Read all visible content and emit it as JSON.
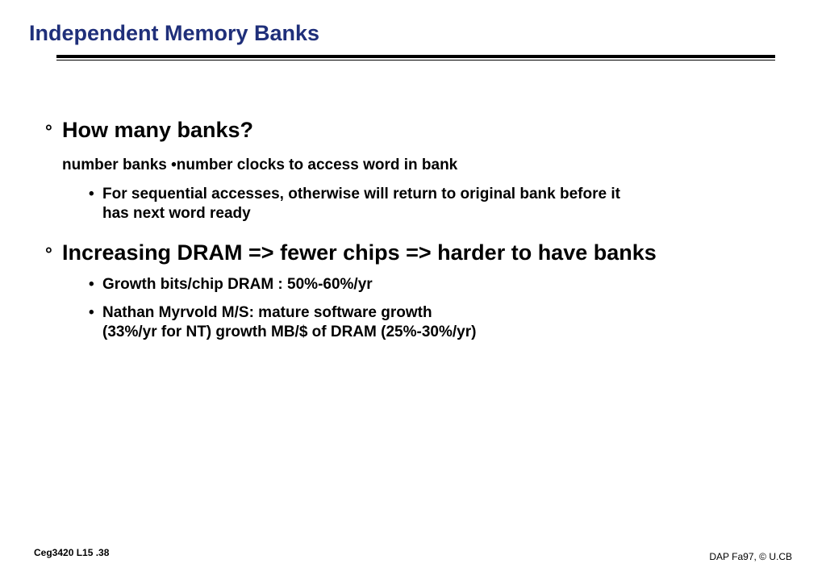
{
  "slide": {
    "title": "Independent Memory Banks",
    "sections": [
      {
        "bullet": "°",
        "heading": "How many banks?",
        "line": "number banks •number clocks to access word in bank",
        "items": [
          {
            "bullet": "•",
            "lines": [
              "For sequential accesses, otherwise will return to original bank before it",
              "has next word ready"
            ]
          }
        ]
      },
      {
        "bullet": "°",
        "heading": "Increasing DRAM => fewer chips => harder to have banks",
        "items": [
          {
            "bullet": "•",
            "lines": [
              "Growth bits/chip DRAM : 50%-60%/yr"
            ]
          },
          {
            "bullet": "•",
            "lines": [
              "Nathan Myrvold M/S: mature software growth",
              "(33%/yr for NT)  growth MB/$ of DRAM (25%-30%/yr)"
            ]
          }
        ]
      }
    ]
  },
  "footer": {
    "left": "Ceg3420 L15 .38",
    "right": "DAP Fa97, © U.CB"
  },
  "colors": {
    "title": "#1f2f7a",
    "text": "#000000",
    "background": "#ffffff"
  }
}
